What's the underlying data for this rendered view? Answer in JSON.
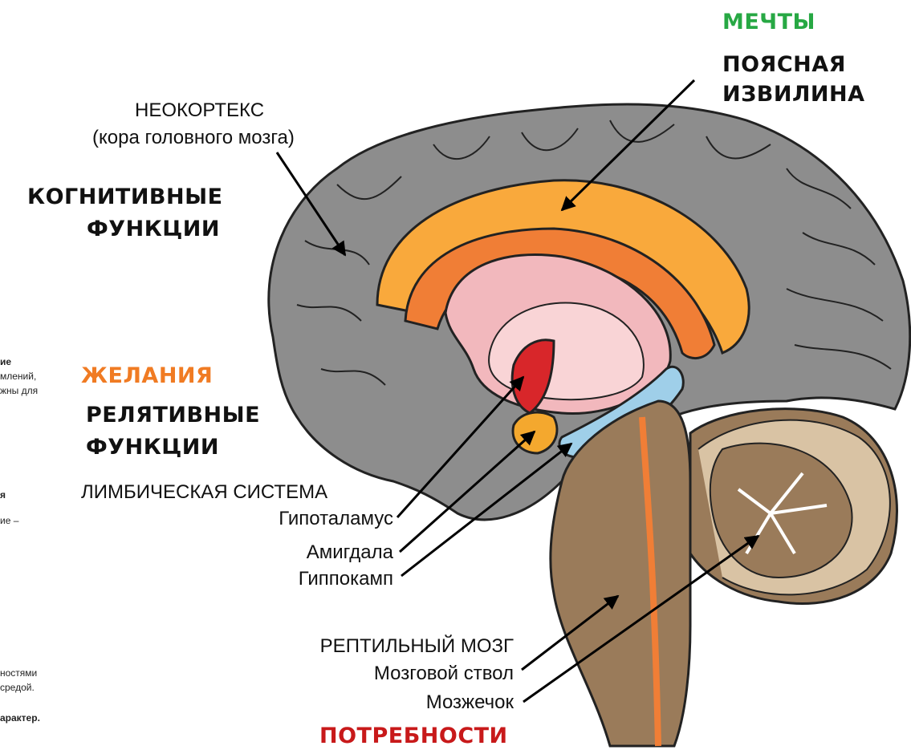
{
  "labels": {
    "dreams": "МЕЧТЫ",
    "cingulate_1": "ПОЯСНАЯ",
    "cingulate_2": "ИЗВИЛИНА",
    "neocortex": "НЕОКОРТЕКС",
    "neocortex_sub": "(кора головного мозга)",
    "cognitive_1": "КОГНИТИВНЫЕ",
    "cognitive_2": "ФУНКЦИИ",
    "desires": "ЖЕЛАНИЯ",
    "relative_1": "РЕЛЯТИВНЫЕ",
    "relative_2": "ФУНКЦИИ",
    "limbic": "ЛИМБИЧЕСКАЯ СИСТЕМА",
    "hypothalamus": "Гипоталамус",
    "amygdala": "Амигдала",
    "hippocampus": "Гиппокамп",
    "reptilian": "РЕПТИЛЬНЫЙ МОЗГ",
    "brainstem": "Мозговой ствол",
    "cerebellum": "Мозжечок",
    "needs": "ПОТРЕБНОСТИ"
  },
  "cut_text": {
    "l1": "ие",
    "l2": "млений,",
    "l3": "жны для",
    "l4": "я",
    "l5": "ие      –",
    "l6": "ностями",
    "l7": "средой.",
    "l8": "арактер."
  },
  "colors": {
    "dreams": "#27a844",
    "desires": "#f07b23",
    "needs": "#c8191a",
    "cortex": "#8d8d8d",
    "cingulate": "#f9a93c",
    "fornix": "#f07e36",
    "thalamus": "#f2b8bd",
    "hypothalamus": "#d8262a",
    "amygdala": "#f4a82e",
    "hippocampus": "#9fcfe9",
    "brainstem": "#9a7b5a",
    "cerebellum": "#9a7b5a"
  }
}
